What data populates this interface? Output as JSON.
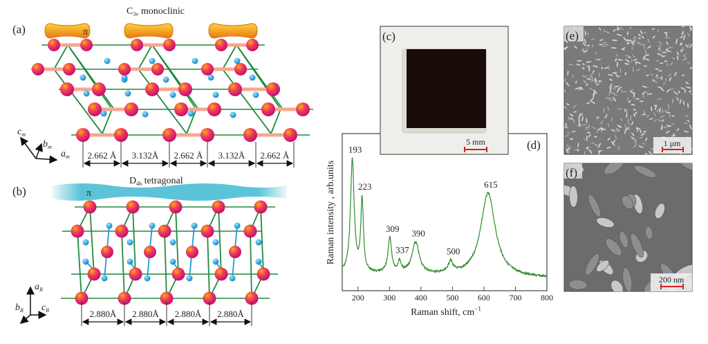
{
  "panel_a": {
    "label": "(a)",
    "title_main": "C",
    "title_sub": "3v",
    "title_rest": " monoclinic",
    "pi": "π",
    "distances": [
      "2.662 Å",
      "3.132Å",
      "2.662 Å",
      "3.132Å",
      "2.662 Å"
    ],
    "axes": {
      "c": "c",
      "c_sub": "m",
      "b": "b",
      "b_sub": "m",
      "a": "a",
      "a_sub": "m"
    }
  },
  "panel_b": {
    "label": "(b)",
    "title_main": "D",
    "title_sub": "4h",
    "title_rest": " tetragonal",
    "pi": "π",
    "distances": [
      "2.880Å",
      "2.880Å",
      "2.880Å",
      "2.880Å"
    ],
    "axes": {
      "a": "a",
      "a_sub": "R",
      "b": "b",
      "b_sub": "R",
      "c": "c",
      "c_sub": "R"
    }
  },
  "panel_c": {
    "label": "(c)",
    "scale_bar": "5 mm"
  },
  "panel_e": {
    "label": "(e)",
    "scale_bar": "1 μm"
  },
  "panel_f": {
    "label": "(f)",
    "scale_bar": "200 nm"
  },
  "colors": {
    "atom_pink": "#e0206e",
    "atom_blue": "#1e9ad6",
    "lattice_green": "#1f8a3a",
    "spectrum_green": "#2e8b2e",
    "scale_red": "#d42020"
  },
  "chart_data": {
    "type": "line",
    "panel_label": "(d)",
    "xlabel": "Raman shift, cm",
    "xlabel_sup": "−1",
    "ylabel": "Raman intensity , arb.units",
    "xlim": [
      150,
      800
    ],
    "ylim": [
      0,
      1
    ],
    "xticks": [
      200,
      300,
      400,
      500,
      600,
      700,
      800
    ],
    "xtick_labels": [
      "200",
      "300",
      "400",
      "500",
      "600",
      "700",
      "800"
    ],
    "baseline": {
      "start": 0.11,
      "end": 0.08
    },
    "peaks": [
      {
        "label": "193",
        "x": 182,
        "height": 0.72,
        "hwhm": 7
      },
      {
        "label": "223",
        "x": 213,
        "height": 0.46,
        "hwhm": 5
      },
      {
        "label": "309",
        "x": 301,
        "height": 0.22,
        "hwhm": 7
      },
      {
        "label": "337",
        "x": 332,
        "height": 0.07,
        "hwhm": 6
      },
      {
        "label": "390",
        "x": 383,
        "height": 0.2,
        "hwhm": 14
      },
      {
        "label": "500",
        "x": 494,
        "height": 0.07,
        "hwhm": 9
      },
      {
        "label": "615",
        "x": 613,
        "height": 0.53,
        "hwhm": 28
      }
    ]
  }
}
